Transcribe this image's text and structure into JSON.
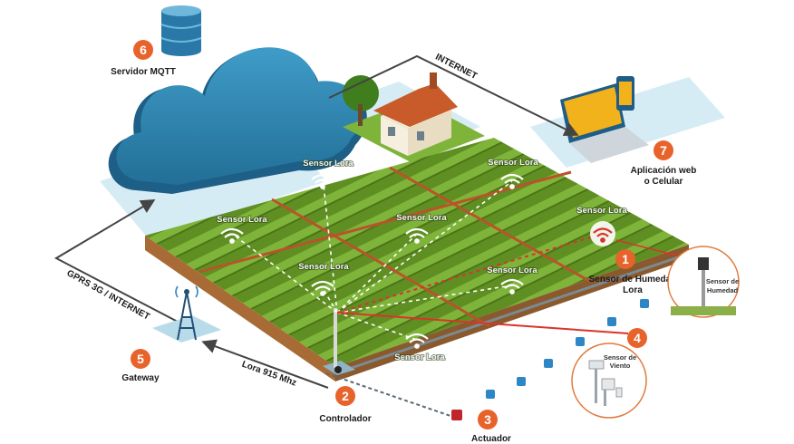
{
  "colors": {
    "accent_orange": "#e8632b",
    "cloud_blue": "#2f88b4",
    "field_green": "#6a9a2c",
    "link_red": "#d9342b",
    "valve_blue": "#2e86c6"
  },
  "labels": {
    "server": "Servidor MQTT",
    "internet": "INTERNET",
    "app_line1": "Aplicación web",
    "app_line2": "o Celular",
    "gprs": "GPRS 3G / INTERNET",
    "gateway": "Gateway",
    "lora": "Lora 915 Mhz",
    "controller": "Controlador",
    "actuator": "Actuador",
    "humidity_sensor_line1": "Sensor de Humedad",
    "humidity_sensor_line2": "Lora",
    "humidity_probe_line1": "Sensor de",
    "humidity_probe_line2": "Humedad",
    "wind_line1": "Sensor de",
    "wind_line2": "Viento",
    "sensor_lora": "Sensor Lora"
  },
  "badges": {
    "b1": "1",
    "b2": "2",
    "b3": "3",
    "b4": "4",
    "b5": "5",
    "b6": "6",
    "b7": "7"
  }
}
